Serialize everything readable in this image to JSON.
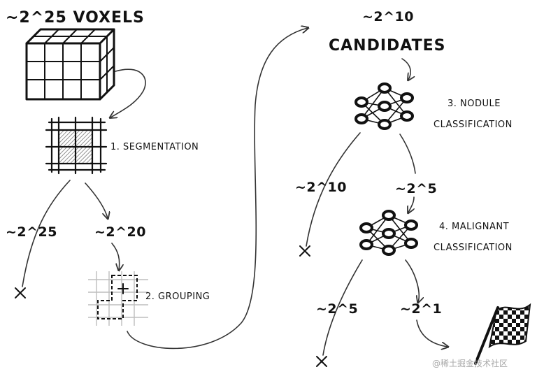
{
  "top": {
    "voxels_label": "~2^25 VOXELS",
    "candidates_count": "~2^10",
    "candidates_label": "CANDIDATES"
  },
  "steps": {
    "segmentation": "1. SEGMENTATION",
    "grouping": "2. GROUPING",
    "nodule_line1": "3. NODULE",
    "nodule_line2": "CLASSIFICATION",
    "malignant_line1": "4. MALIGNANT",
    "malignant_line2": "CLASSIFICATION"
  },
  "counts": {
    "seg_reject": "~2^25",
    "seg_pass": "~2^20",
    "nodule_reject": "~2^10",
    "nodule_pass": "~2^5",
    "malig_reject": "~2^5",
    "malig_pass": "~2^1"
  },
  "watermark": "@稀土掘金技术社区",
  "colors": {
    "ink": "#111111",
    "arrow": "#333333",
    "shade": "#9a9a9a",
    "faint_grid": "#bdbdbd",
    "watermark": "#a8a8a8"
  }
}
